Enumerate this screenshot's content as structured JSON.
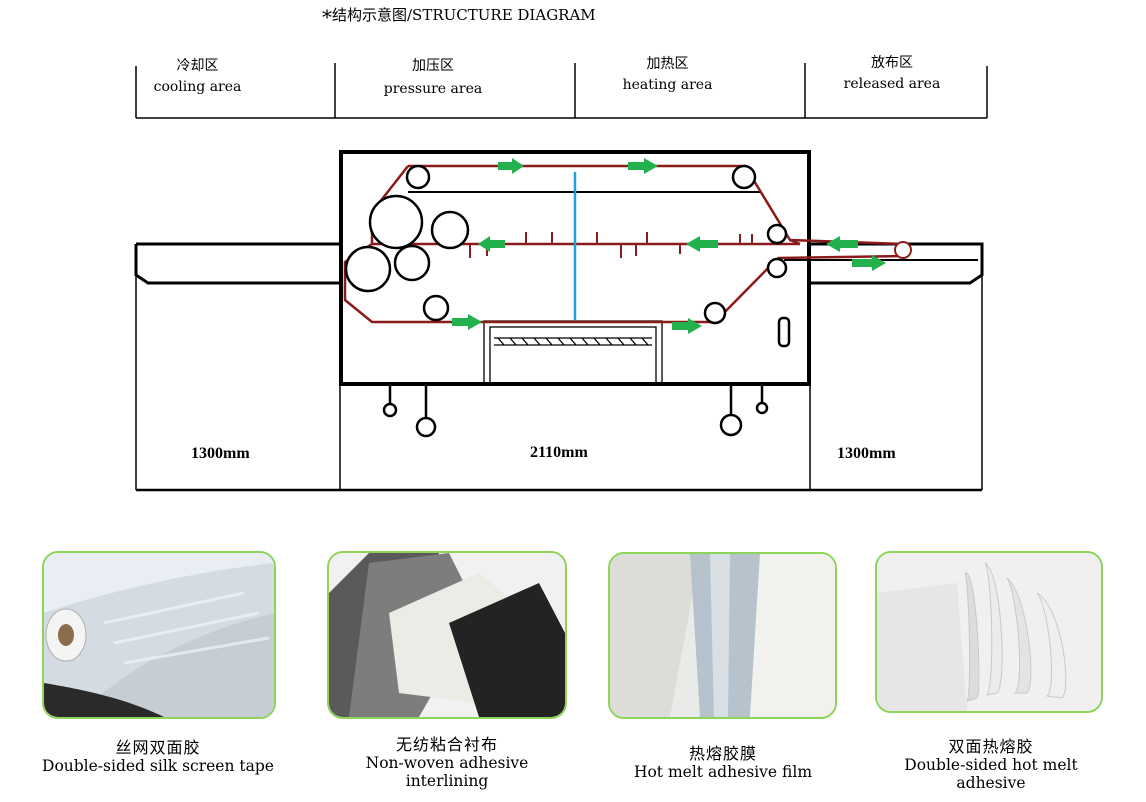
{
  "title": "结构示意图/STRUCTURE DIAGRAM",
  "title_mark": "*",
  "zones": [
    {
      "zh": "冷却区",
      "en": "cooling area"
    },
    {
      "zh": "加压区",
      "en": "pressure area"
    },
    {
      "zh": "加热区",
      "en": "heating area"
    },
    {
      "zh": "放布区",
      "en": "released area"
    }
  ],
  "dimensions": {
    "left": "1300mm",
    "middle": "2110mm",
    "right": "1300mm"
  },
  "products": [
    {
      "zh": "丝网双面胶",
      "en": "Double-sided silk screen tape"
    },
    {
      "zh": "无纺粘合衬布",
      "en": "Non-woven adhesive interlining"
    },
    {
      "zh": "热熔胶膜",
      "en": "Hot melt adhesive film"
    },
    {
      "zh": "双面热熔胶",
      "en": "Double-sided hot melt adhesive"
    }
  ],
  "colors": {
    "belt": "#8b1a1a",
    "arrow": "#22b14c",
    "sensor": "#1ca0d8",
    "frame_border": "#8fd45a"
  }
}
